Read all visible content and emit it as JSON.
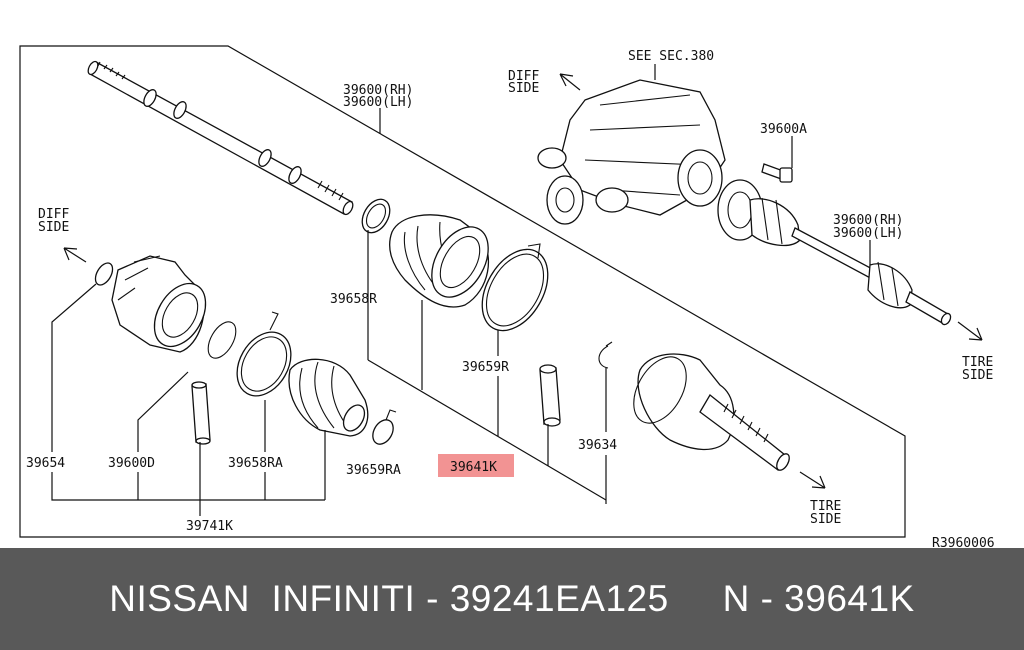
{
  "diagram": {
    "labels": {
      "p39600_rh_top": "39600(RH)",
      "p39600_lh_top": "39600(LH)",
      "see_sec": "SEE SEC.380",
      "diff_side_1": "DIFF",
      "diff_side_2": "SIDE",
      "diff_side_left_1": "DIFF",
      "diff_side_left_2": "SIDE",
      "p39600a": "39600A",
      "p39600_rh_right": "39600(RH)",
      "p39600_lh_right": "39600(LH)",
      "tire_side_right_1": "TIRE",
      "tire_side_right_2": "SIDE",
      "tire_side_bottom_1": "TIRE",
      "tire_side_bottom_2": "SIDE",
      "p39658r": "39658R",
      "p39659r": "39659R",
      "p39634": "39634",
      "p39641k": "39641K",
      "p39654": "39654",
      "p39600d": "39600D",
      "p39658ra": "39658RA",
      "p39659ra": "39659RA",
      "p39741k": "39741K",
      "ref_code": "R3960006"
    },
    "highlight_color": "#f08080"
  },
  "footer": {
    "text": "NISSAN  INFINITI - 39241EA125     N - 39641K"
  }
}
